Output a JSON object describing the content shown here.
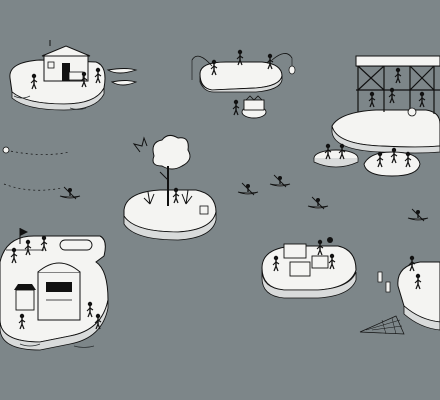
{
  "colors": {
    "water": "#7d8689",
    "island": "#f4f4f2",
    "ink": "#111111",
    "shadow": "#d9dbdb",
    "ripple": "#2a2f31"
  },
  "scene_elements": [
    "floating-house-island",
    "rowboats",
    "fishing-island",
    "bucket-on-water",
    "pier-stage-platform",
    "small-chat-islands",
    "tree-garden-island",
    "kayakers",
    "market-island",
    "fishing-net-island",
    "cafe-kiosk-island",
    "fishing-line-with-floats"
  ]
}
